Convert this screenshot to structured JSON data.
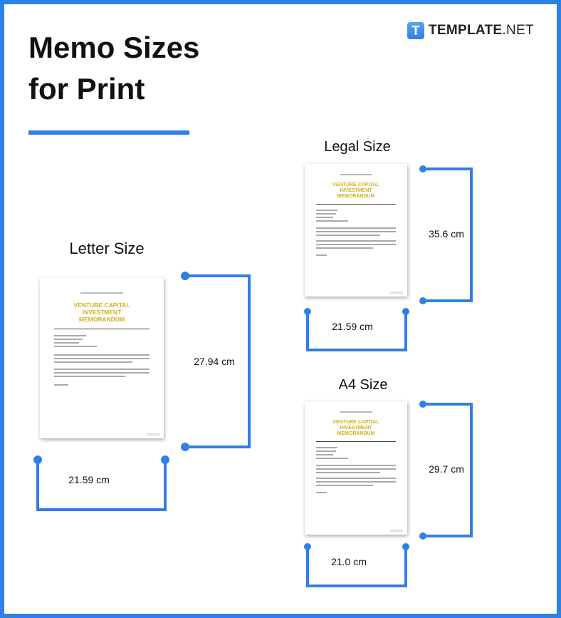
{
  "header": {
    "title_line1": "Memo Sizes",
    "title_line2": "for Print"
  },
  "logo": {
    "icon_letter": "T",
    "brand": "TEMPLATE",
    "suffix": ".NET"
  },
  "accent_color": "#2f80e4",
  "memo_preview": {
    "heading_line1": "VENTURE CAPITAL INVESTMENT",
    "heading_line2": "MEMORANDUM",
    "heading_color": "#d4b21a"
  },
  "sizes": [
    {
      "name": "Letter Size",
      "height": "27.94 cm",
      "width": "21.59 cm"
    },
    {
      "name": "Legal Size",
      "height": "35.6 cm",
      "width": "21.59 cm"
    },
    {
      "name": "A4 Size",
      "height": "29.7 cm",
      "width": "21.0 cm"
    }
  ]
}
